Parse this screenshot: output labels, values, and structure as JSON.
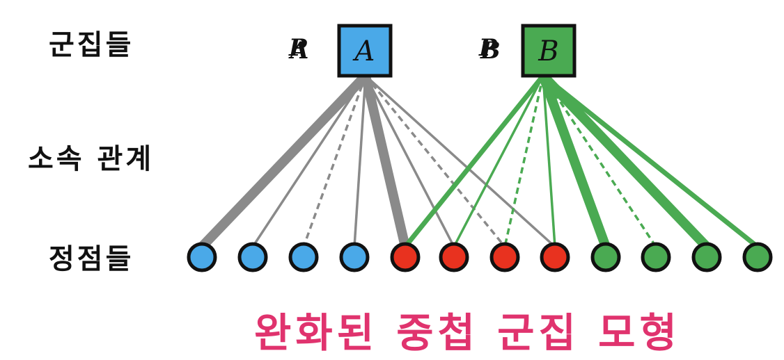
{
  "labels": {
    "clusters": "군집들",
    "membership": "소속 관계",
    "vertices": "정점들"
  },
  "caption": "완화된 중첩 군집 모형",
  "colors": {
    "caption": "#e0336e",
    "cluster_a": "#4aa9e8",
    "cluster_b": "#4aaa52",
    "edge_a": "#8a8a8a",
    "edge_b": "#4aaa52",
    "node_blue": "#4aa9e8",
    "node_red": "#e8321f",
    "node_green": "#4aaa52"
  },
  "clusters": [
    {
      "id": "A",
      "label": "A",
      "side_label": "P",
      "side_label_overlay": "A",
      "color": "cluster_a"
    },
    {
      "id": "B",
      "label": "B",
      "side_label": "P",
      "side_label_overlay": "B",
      "color": "cluster_b"
    }
  ],
  "vertices": [
    "blue",
    "blue",
    "blue",
    "blue",
    "red",
    "red",
    "red",
    "red",
    "green",
    "green",
    "green",
    "green"
  ],
  "edges": [
    {
      "cluster": "A",
      "vertex": 0,
      "weight": "thick",
      "style": "solid"
    },
    {
      "cluster": "A",
      "vertex": 1,
      "weight": "thin",
      "style": "solid"
    },
    {
      "cluster": "A",
      "vertex": 2,
      "weight": "thin",
      "style": "dashed"
    },
    {
      "cluster": "A",
      "vertex": 3,
      "weight": "thin",
      "style": "solid"
    },
    {
      "cluster": "A",
      "vertex": 4,
      "weight": "thick",
      "style": "solid"
    },
    {
      "cluster": "A",
      "vertex": 5,
      "weight": "thin",
      "style": "solid"
    },
    {
      "cluster": "A",
      "vertex": 6,
      "weight": "thin",
      "style": "dashed"
    },
    {
      "cluster": "A",
      "vertex": 7,
      "weight": "thin",
      "style": "solid"
    },
    {
      "cluster": "B",
      "vertex": 4,
      "weight": "medium",
      "style": "solid"
    },
    {
      "cluster": "B",
      "vertex": 5,
      "weight": "thin",
      "style": "solid"
    },
    {
      "cluster": "B",
      "vertex": 6,
      "weight": "thin",
      "style": "dashed"
    },
    {
      "cluster": "B",
      "vertex": 7,
      "weight": "thin",
      "style": "solid"
    },
    {
      "cluster": "B",
      "vertex": 8,
      "weight": "thick",
      "style": "solid"
    },
    {
      "cluster": "B",
      "vertex": 9,
      "weight": "thin",
      "style": "dashed"
    },
    {
      "cluster": "B",
      "vertex": 10,
      "weight": "thick",
      "style": "solid"
    },
    {
      "cluster": "B",
      "vertex": 11,
      "weight": "medium",
      "style": "solid"
    }
  ]
}
